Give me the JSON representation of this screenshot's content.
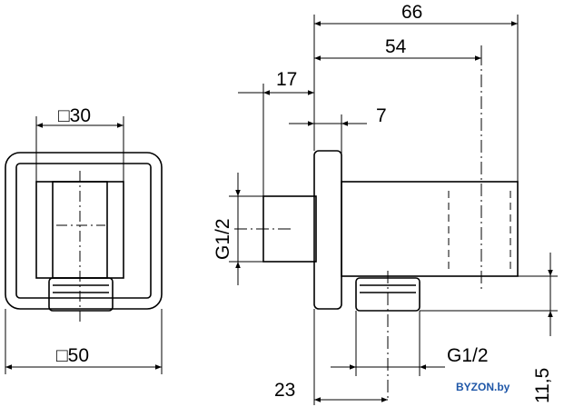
{
  "dimensions": {
    "front_width_square": "□30",
    "front_outer_square": "□50",
    "overall_depth": "66",
    "body_depth": "54",
    "inlet_length": "17",
    "flange_thickness": "7",
    "inlet_thread": "G1/2",
    "outlet_thread": "G1/2",
    "outlet_offset": "23",
    "outlet_height": "11,5"
  },
  "watermark": "BYZON.by"
}
